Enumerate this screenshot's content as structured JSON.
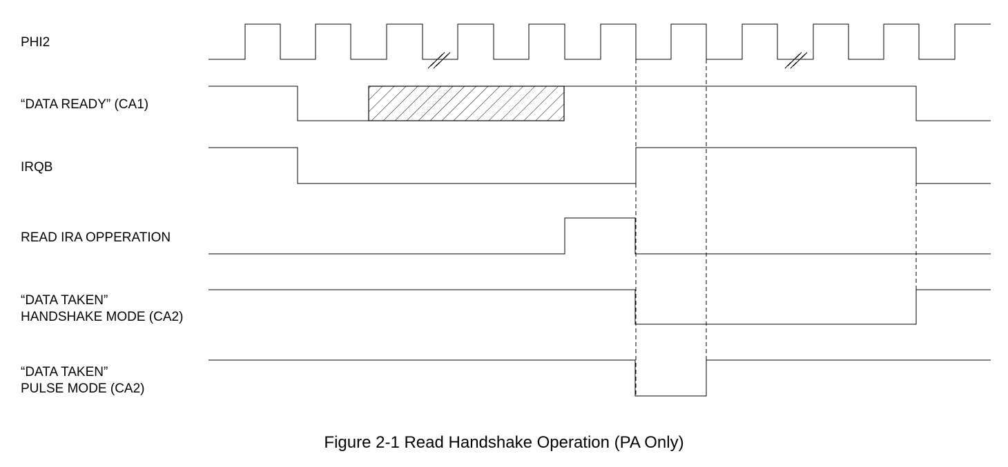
{
  "signals": [
    {
      "lines": [
        "PHI2"
      ]
    },
    {
      "lines": [
        "“DATA READY” (CA1)"
      ]
    },
    {
      "lines": [
        "IRQB"
      ]
    },
    {
      "lines": [
        "READ IRA OPPERATION"
      ]
    },
    {
      "lines": [
        "“DATA TAKEN”",
        "HANDSHAKE MODE (CA2)"
      ]
    },
    {
      "lines": [
        "“DATA TAKEN”",
        "PULSE MODE (CA2)"
      ]
    }
  ],
  "caption": "Figure 2-1  Read Handshake Operation (PA Only)",
  "colors": {
    "line": "#000000",
    "background": "#ffffff"
  }
}
